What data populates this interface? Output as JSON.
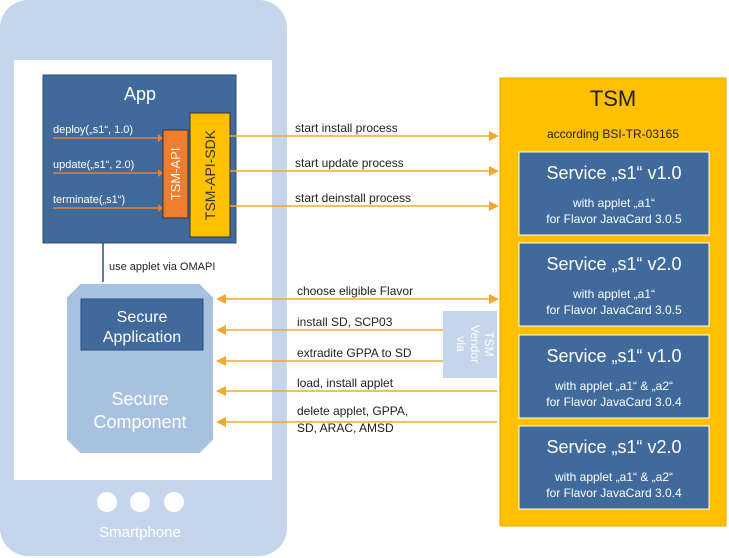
{
  "phone": {
    "label": "Smartphone"
  },
  "app": {
    "title": "App",
    "calls": [
      "deploy(„s1“, 1.0)",
      "update(„s1“, 2.0)",
      "terminate(„s1“)"
    ],
    "api_label": "TSM-API",
    "sdk_label": "TSM-API-SDK",
    "omapi_label": "use applet via OMAPI"
  },
  "secure": {
    "app_line1": "Secure",
    "app_line2": "Application",
    "component_line1": "Secure",
    "component_line2": "Component"
  },
  "processes": [
    "start install process",
    "start update process",
    "start deinstall process"
  ],
  "lower_arrows": {
    "flavor": "choose eligible Flavor",
    "sd": "install SD, SCP03",
    "extradite": "extradite GPPA to SD",
    "load": "load, install applet",
    "delete_line1": "delete applet, GPPA,",
    "delete_line2": "SD, ARAC, AMSD"
  },
  "vendor": {
    "line1": "via",
    "line2": "Vendor",
    "line3": "TSM"
  },
  "tsm": {
    "title": "TSM",
    "subtitle": "according BSI-TR-03165",
    "services": [
      {
        "title": "Service „s1“ v1.0",
        "line1": "with applet „a1“",
        "line2": "for Flavor JavaCard 3.0.5"
      },
      {
        "title": "Service „s1“ v2.0",
        "line1": "with applet „a1“",
        "line2": "for Flavor JavaCard 3.0.5"
      },
      {
        "title": "Service „s1“ v1.0",
        "line1": "with applet „a1“ & „a2“",
        "line2": "for Flavor JavaCard 3.0.4"
      },
      {
        "title": "Service „s1“ v2.0",
        "line1": "with applet „a1“ & „a2“",
        "line2": "for Flavor JavaCard 3.0.4"
      }
    ]
  },
  "colors": {
    "phone": "#c5d5eb",
    "navy": "#3f6a9b",
    "orange": "#f07c2e",
    "yellow": "#ffc000",
    "arrow": "#f0a830",
    "darkline": "#2b4f7a"
  }
}
